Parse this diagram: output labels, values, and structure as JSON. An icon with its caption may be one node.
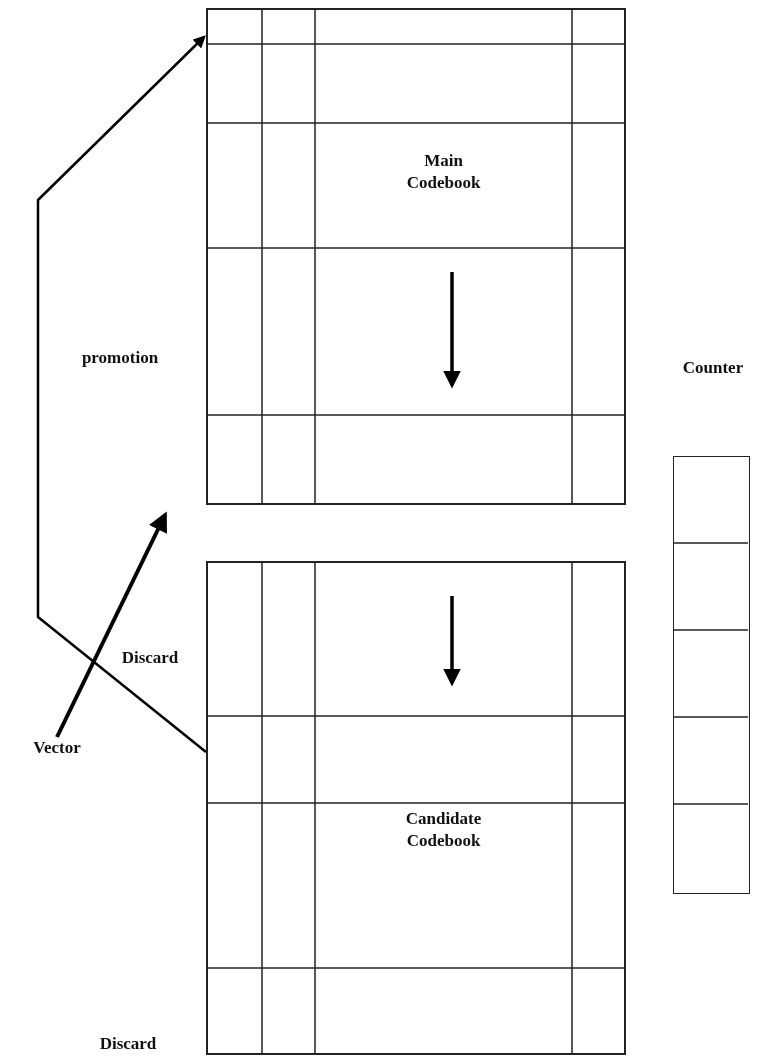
{
  "diagram": {
    "nodes": [
      {
        "text": [
          "Main Codebook"
        ]
      },
      {
        "text": [
          "Candidate Codebook"
        ]
      },
      {
        "text": [],
        "shape": "box"
      },
      {
        "text": [
          "Vector"
        ]
      }
    ],
    "edges": [
      {
        "from": 1,
        "to": 0,
        "arrow": "to"
      },
      {
        "from": 3,
        "to": null,
        "arrow": "to"
      }
    ],
    "labels": [
      "promotion",
      "Counter",
      "Discard",
      "Discard"
    ]
  }
}
